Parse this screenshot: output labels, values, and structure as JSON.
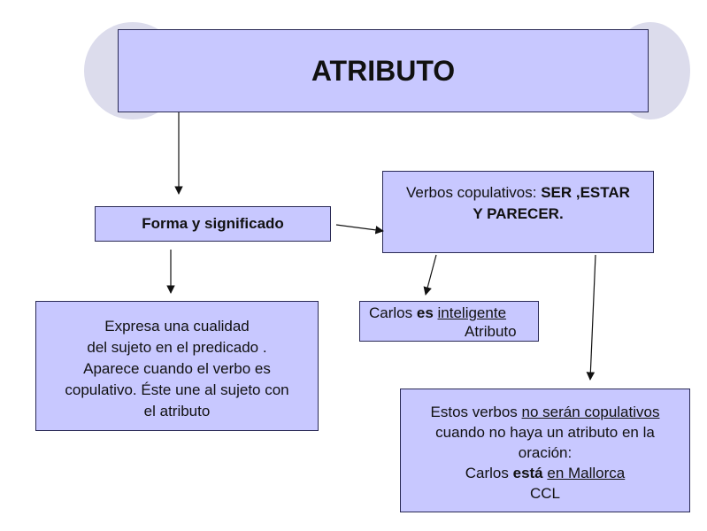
{
  "title": "ATRIBUTO",
  "forma": {
    "label": "Forma y significado"
  },
  "expresa": {
    "lines": [
      "Expresa una cualidad",
      "del sujeto en el predicado .",
      "Aparece cuando el verbo es",
      "copulativo. Éste une al sujeto con",
      "el atributo"
    ]
  },
  "verbos": {
    "prefix": "Verbos copulativos: ",
    "bold_1": "SER ,ESTAR",
    "bold_2": "Y PARECER."
  },
  "ejemplo1": {
    "subject": "Carlos ",
    "verb": "es",
    "space": " ",
    "attribute": "inteligente",
    "tag": "Atributo"
  },
  "estos": {
    "pre": "Estos verbos ",
    "underlined": "no serán copulativos",
    "line2": "cuando no haya un atributo en la",
    "line3": "oración:",
    "ex_subject": "Carlos ",
    "ex_verb": "está",
    "ex_space": " ",
    "ex_complement": "en Mallorca",
    "tag": "CCL"
  },
  "colors": {
    "box_fill": "#c8c8ff",
    "border": "#2a2a55",
    "decor": "#dcdcec"
  }
}
